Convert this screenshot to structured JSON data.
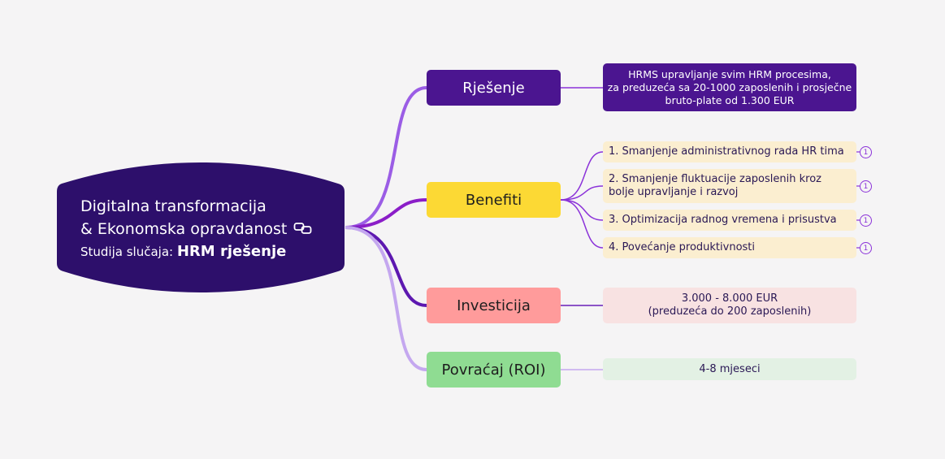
{
  "colors": {
    "background": "#f5f4f5",
    "root_fill": "#2d0f6b",
    "branch_solution": "#4b1590",
    "branch_benefits": "#fcd934",
    "branch_investment": "#ff9b9b",
    "branch_roi": "#8fdc92",
    "leaf_solution": "#4b1590",
    "leaf_benefits": "#fbeed0",
    "leaf_investment": "#f8e2e2",
    "leaf_roi": "#e3f1e4",
    "connector_purple": "#8b32d9",
    "connector_lilac": "#c4a7ef"
  },
  "root": {
    "line1": "Digitalna transformacija",
    "line2": "& Ekonomska opravdanost",
    "line3_prefix": "Studija slučaja:",
    "line3_bold": "HRM rješenje",
    "icon": "link-icon"
  },
  "branches": {
    "solution": {
      "label": "Rješenje",
      "leaf": {
        "line1": "HRMS upravljanje svim HRM procesima,",
        "line2": "za preduzeća sa 20-1000 zaposlenih i prosječne",
        "line3": "bruto-plate od 1.300 EUR"
      }
    },
    "benefits": {
      "label": "Benefiti",
      "items": [
        {
          "text": "1. Smanjenje administrativnog rada HR tima",
          "badge": "1"
        },
        {
          "text": "2. Smanjenje fluktuacije zaposlenih kroz bolje upravljanje i razvoj",
          "badge": "1"
        },
        {
          "text": "3. Optimizacija radnog vremena i prisustva",
          "badge": "1"
        },
        {
          "text": "4. Povećanje produktivnosti",
          "badge": "1"
        }
      ]
    },
    "investment": {
      "label": "Investicija",
      "leaf": {
        "line1": "3.000 - 8.000 EUR",
        "line2": "(preduzeća do 200 zaposlenih)"
      }
    },
    "roi": {
      "label": "Povraćaj (ROI)",
      "leaf": {
        "line1": "4-8 mjeseci"
      }
    }
  }
}
